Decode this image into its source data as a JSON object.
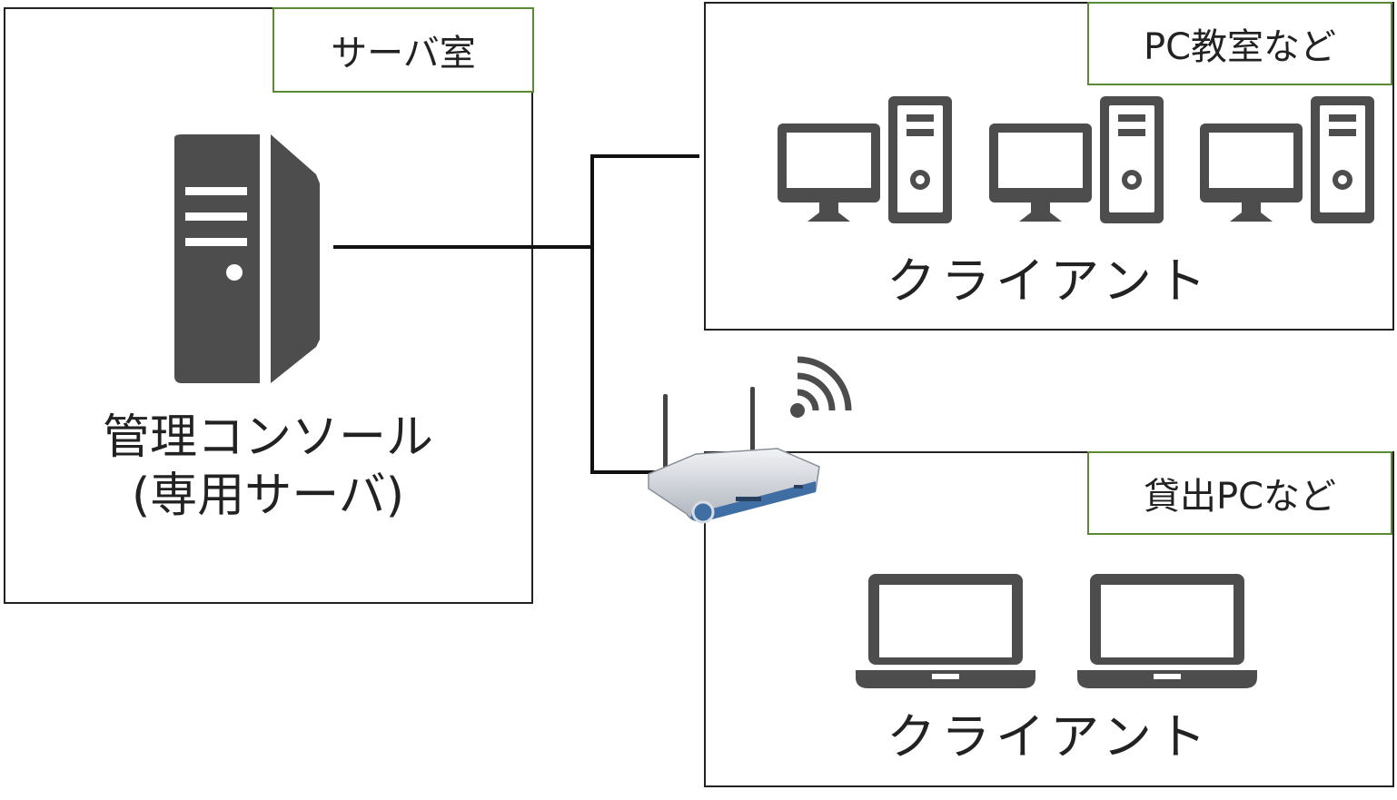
{
  "server_room": {
    "label": "サーバ室",
    "console_line1": "管理コンソール",
    "console_line2": "(専用サーバ)"
  },
  "pc_room": {
    "label": "PC教室など",
    "caption": "クライアント"
  },
  "loan_pc": {
    "label": "貸出PCなど",
    "caption": "クライアント"
  },
  "icons": {
    "server": "server-tower-icon",
    "desktop": "desktop-pc-icon",
    "laptop": "laptop-icon",
    "router": "wifi-router-icon",
    "wifi": "wifi-signal-icon"
  },
  "colors": {
    "icon": "#4d4d4d",
    "tag_border": "#5b8a34",
    "router_blue": "#3f6ea5"
  }
}
